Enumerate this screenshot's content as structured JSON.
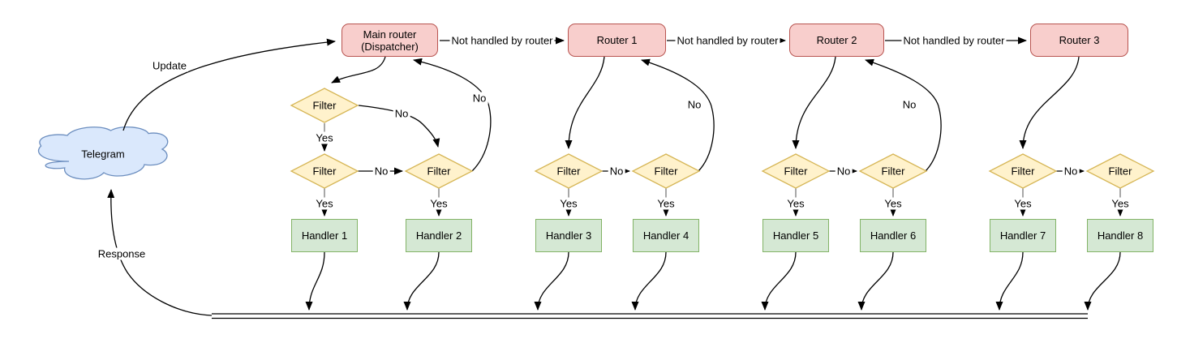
{
  "diagram": {
    "cloud": {
      "label": "Telegram"
    },
    "dispatcher": {
      "line1": "Main router",
      "line2": "(Dispatcher)"
    },
    "routers": [
      "Router 1",
      "Router 2",
      "Router 3"
    ],
    "filter_label": "Filter",
    "handlers": [
      "Handler 1",
      "Handler 2",
      "Handler 3",
      "Handler 4",
      "Handler 5",
      "Handler 6",
      "Handler 7",
      "Handler 8"
    ],
    "edge_labels": {
      "update": "Update",
      "response": "Response",
      "not_handled": "Not handled by router",
      "yes": "Yes",
      "no": "No"
    },
    "colors": {
      "router_fill": "#f8cecc",
      "router_stroke": "#b85450",
      "filter_fill": "#fff2cc",
      "filter_stroke": "#d6b656",
      "handler_fill": "#d5e8d4",
      "handler_stroke": "#82b366",
      "cloud_fill": "#dae8fc",
      "cloud_stroke": "#6c8ebf",
      "edge": "#000000",
      "background": "#ffffff"
    }
  }
}
